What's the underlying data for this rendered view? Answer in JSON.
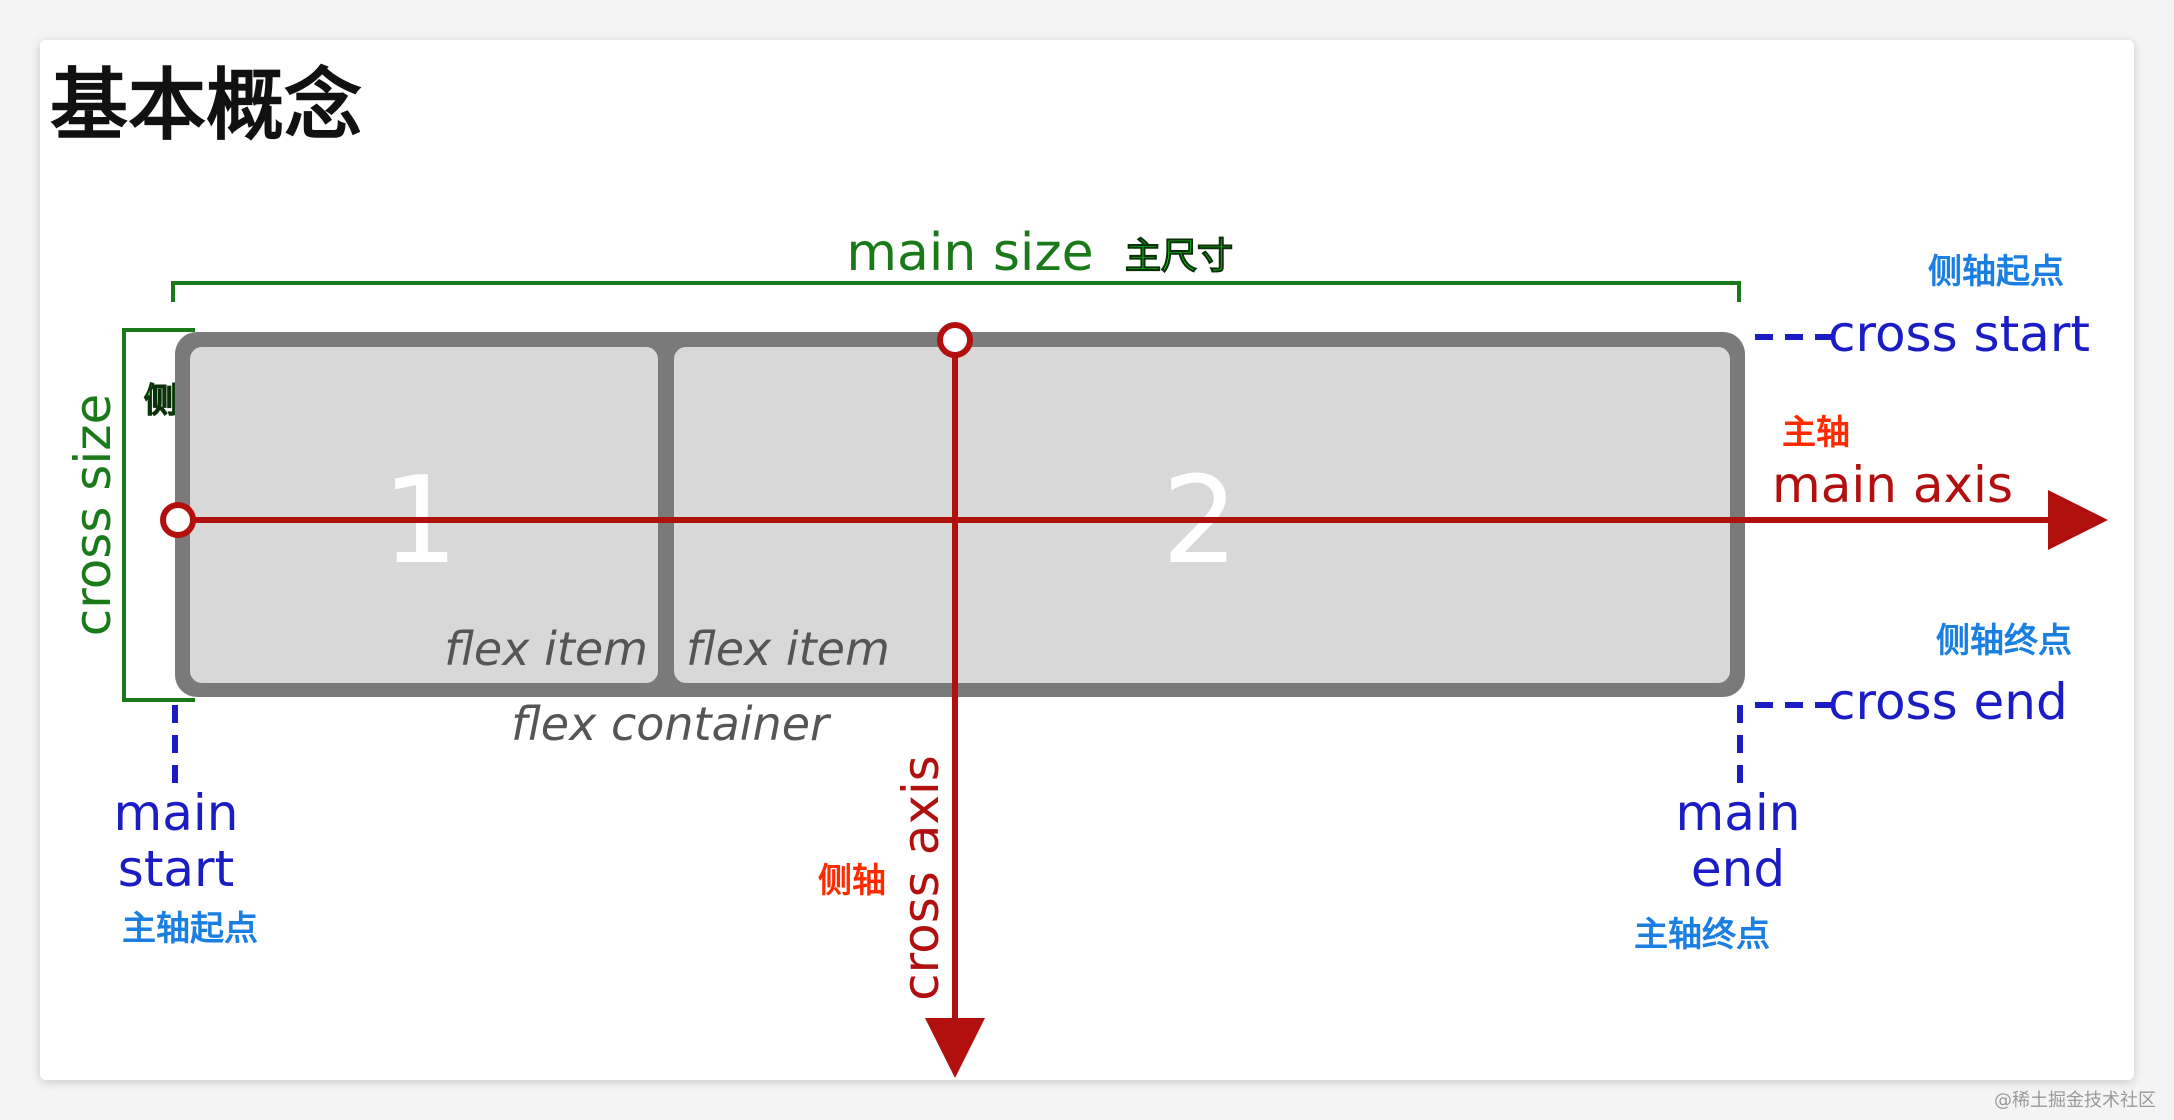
{
  "title": "基本概念",
  "watermark": "@稀土掘金技术社区",
  "colors": {
    "green": "#1a7a1a",
    "red": "#b20f0f",
    "blue_dark": "#1c1cc4",
    "blue_light": "#1a7fe0",
    "container_border": "#7a7a7a",
    "item_fill": "#d8d8d8",
    "zh_green": "#19e019",
    "zh_red": "#ff2a00"
  },
  "labels": {
    "main_size": "main size",
    "main_size_zh": "主尺寸",
    "cross_size": "cross size",
    "cross_size_zh": "侧尺寸",
    "cross_start": "cross start",
    "cross_start_zh": "侧轴起点",
    "cross_end": "cross end",
    "cross_end_zh": "侧轴终点",
    "main_axis": "main axis",
    "main_axis_zh": "主轴",
    "cross_axis": "cross axis",
    "cross_axis_zh": "侧轴",
    "main_start_1": "main",
    "main_start_2": "start",
    "main_start_zh": "主轴起点",
    "main_end_1": "main",
    "main_end_2": "end",
    "main_end_zh": "主轴终点",
    "flex_container": "flex container",
    "item1_number": "1",
    "item1_label": "flex item",
    "item2_number": "2",
    "item2_label": "flex item"
  }
}
